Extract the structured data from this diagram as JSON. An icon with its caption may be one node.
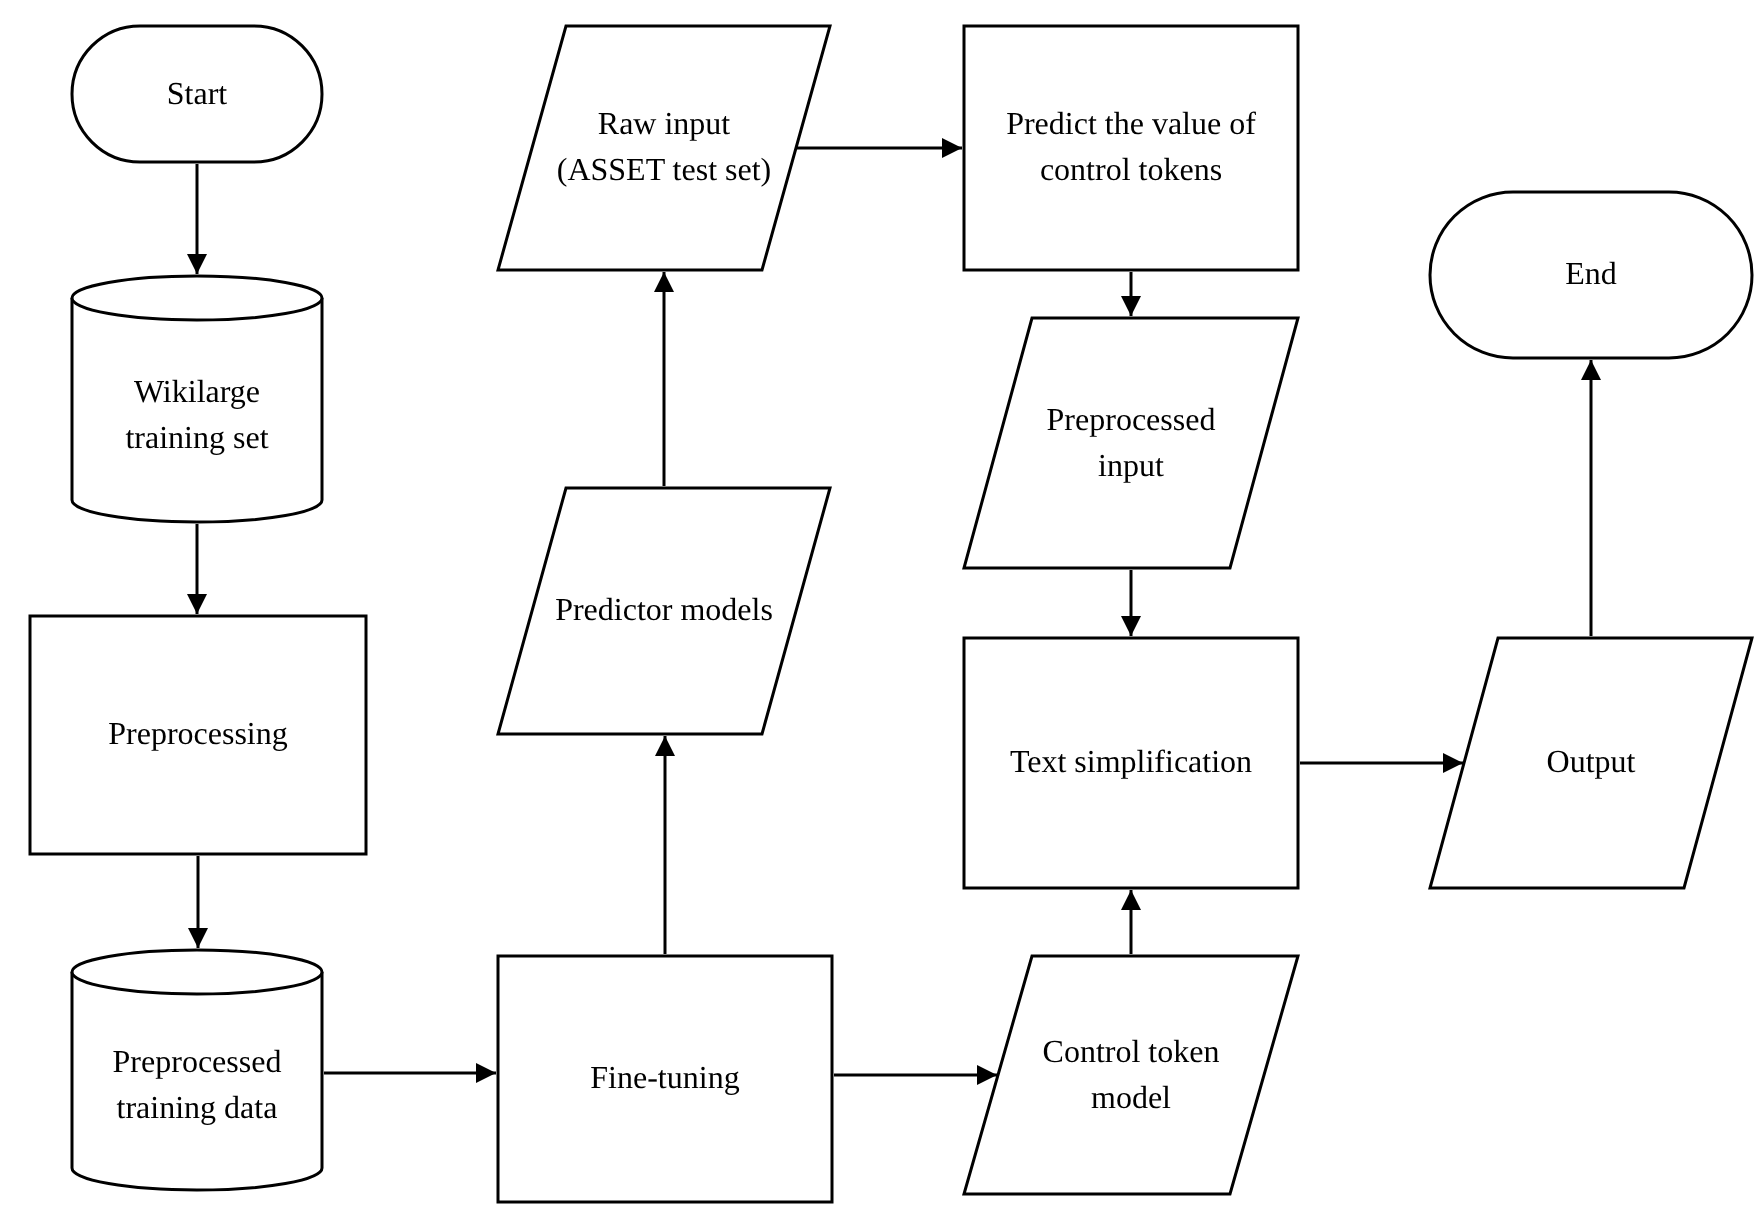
{
  "diagram": {
    "nodes": [
      {
        "text": [
          "Start"
        ]
      },
      {
        "text": [
          "Wikilarge training set"
        ]
      },
      {
        "text": [
          "Preprocessing"
        ]
      },
      {
        "text": [
          "Preprocessed training data"
        ]
      },
      {
        "text": [
          "Fine-tuning"
        ]
      },
      {
        "text": [
          "Predictor models"
        ]
      },
      {
        "text": [
          "Raw input (ASSET test set)"
        ]
      },
      {
        "text": [
          "Predict the value of control tokens"
        ]
      },
      {
        "text": [
          "Preprocessed input"
        ]
      },
      {
        "text": [
          "Text simplification"
        ]
      },
      {
        "text": [
          "Control token model"
        ]
      },
      {
        "text": [
          "Output"
        ]
      },
      {
        "text": [
          "End"
        ]
      }
    ],
    "edges": [
      {
        "from": 0,
        "to": 1,
        "arrow": "to"
      },
      {
        "from": 1,
        "to": 2,
        "arrow": "to"
      },
      {
        "from": 2,
        "to": 3,
        "arrow": "to"
      },
      {
        "from": 3,
        "to": 4,
        "arrow": "to"
      },
      {
        "from": 4,
        "to": 5,
        "arrow": "to"
      },
      {
        "from": 5,
        "to": 6,
        "arrow": "to"
      },
      {
        "from": 6,
        "to": 7,
        "arrow": "to"
      },
      {
        "from": 7,
        "to": 8,
        "arrow": "to"
      },
      {
        "from": 8,
        "to": 9,
        "arrow": "to"
      },
      {
        "from": 4,
        "to": 10,
        "arrow": "to"
      },
      {
        "from": 10,
        "to": 9,
        "arrow": "to"
      },
      {
        "from": 9,
        "to": 11,
        "arrow": "to"
      },
      {
        "from": 11,
        "to": 12,
        "arrow": "to"
      }
    ]
  }
}
